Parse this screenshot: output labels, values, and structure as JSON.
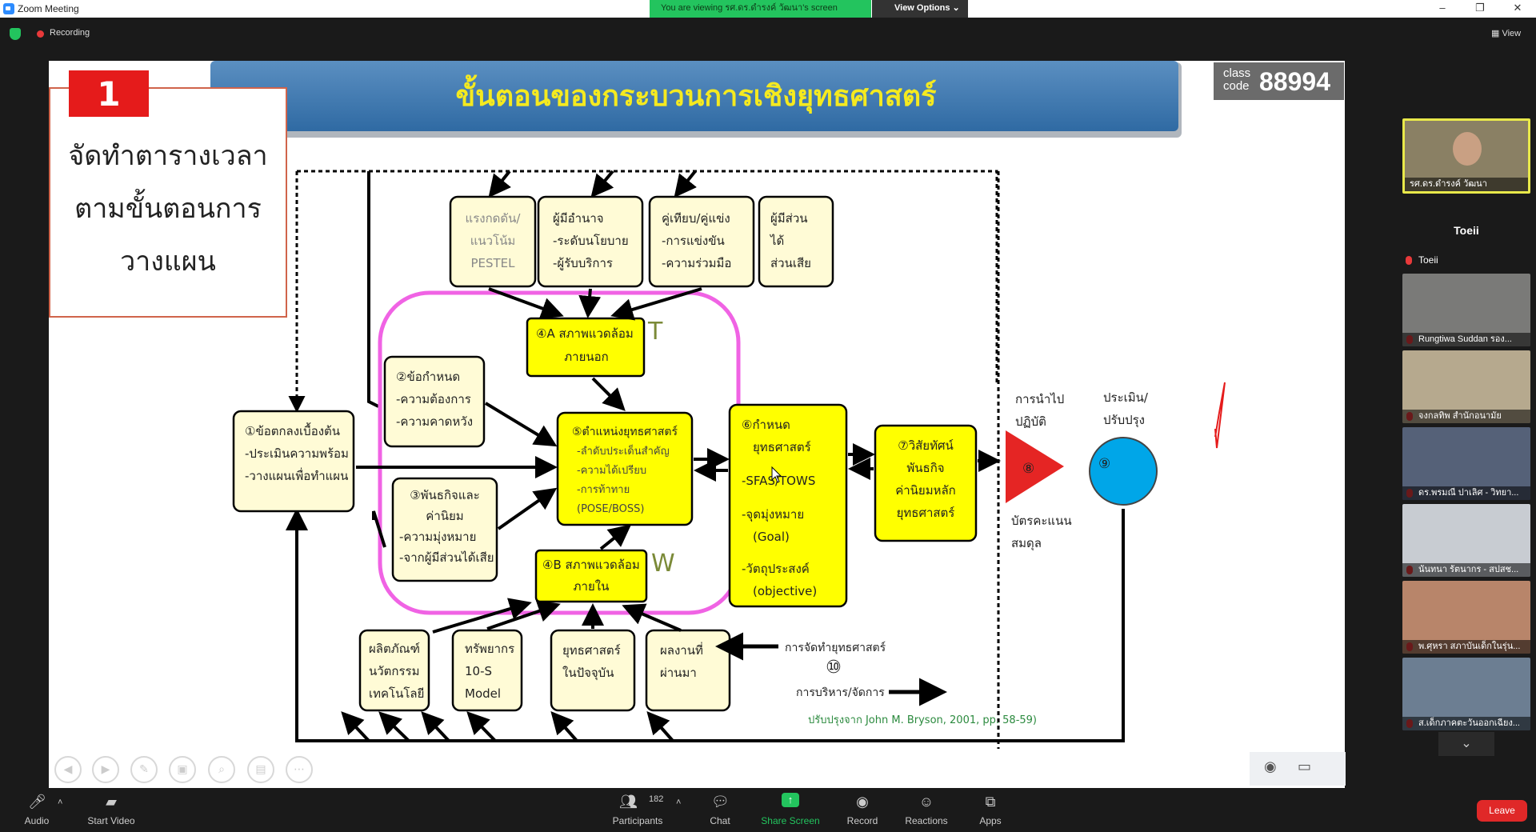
{
  "window": {
    "title": "Zoom Meeting",
    "minimize": "–",
    "restore": "❐",
    "close": "✕"
  },
  "banner": {
    "viewing_text": "You are viewing รศ.ดร.ดำรงค์ วัฒนา's screen",
    "view_options": "View Options"
  },
  "status": {
    "recording": "Recording",
    "view_label": "View"
  },
  "class_code": {
    "label1": "class",
    "label2": "code",
    "value": "88994"
  },
  "slide": {
    "step_number": "1",
    "side_note": [
      "จัดทำตารางเวลา",
      "ตามขั้นตอนการ",
      "วางแผน"
    ],
    "title": "ขั้นตอนของกระบวนการเชิงยุทธศาสตร์",
    "boxes": {
      "pestel": [
        "แรงกดดัน/",
        "แนวโน้ม",
        "PESTEL"
      ],
      "authority": [
        "ผู้มีอำนาจ",
        "-ระดับนโยบาย",
        "-ผู้รับบริการ"
      ],
      "competitors": [
        "คู่เทียบ/คู่แข่ง",
        "-การแข่งขัน",
        "-ความร่วมมือ"
      ],
      "stakeholders": [
        "ผู้มีส่วน",
        "ได้",
        "ส่วนเสีย"
      ],
      "external": [
        "④A สภาพแวดล้อม",
        "ภายนอก"
      ],
      "mandates": [
        "②ข้อกำหนด",
        "-ความต้องการ",
        "-ความคาดหวัง"
      ],
      "agreement": [
        "①ข้อตกลงเบื้องต้น",
        "-ประเมินความพร้อม",
        "-วางแผนเพื่อทำแผน"
      ],
      "mission": [
        "③พันธกิจและ",
        "ค่านิยม",
        "-ความมุ่งหมาย",
        "-จากผู้มีส่วนได้เสีย"
      ],
      "issues": [
        "⑤ตำแหน่งยุทธศาสตร์",
        "-ลำดับประเด็นสำคัญ",
        "-ความได้เปรียบ",
        "-การท้าทาย",
        "(POSE/BOSS)"
      ],
      "internal": [
        "④B สภาพแวดล้อม",
        "ภายใน"
      ],
      "strategy": [
        "⑥กำหนด",
        "ยุทธศาสตร์",
        "-SFAS/TOWS",
        "-จุดมุ่งหมาย",
        "(Goal)",
        "-วัตถุประสงค์",
        "(objective)"
      ],
      "vision": [
        "⑦วิสัยทัศน์",
        "พันธกิจ",
        "ค่านิยมหลัก",
        "ยุทธศาสตร์"
      ],
      "products": [
        "ผลิตภัณฑ์",
        "นวัตกรรม",
        "เทคโนโลยี"
      ],
      "resources": [
        "ทรัพยากร",
        "10-S",
        "Model"
      ],
      "current": [
        "ยุทธศาสตร์",
        "ในปัจจุบัน"
      ],
      "results": [
        "ผลงานที่",
        "ผ่านมา"
      ]
    },
    "letter_t": "T",
    "letter_w": "W",
    "implement_label": [
      "การนำไป",
      "ปฏิบัติ"
    ],
    "step8": "⑧",
    "balanced": [
      "บัตรคะแนน",
      "สมดุล"
    ],
    "evaluate_label": [
      "ประเมิน/",
      "ปรับปรุง"
    ],
    "step9": "⑨",
    "planning_label": "การจัดทำยุทธศาสตร์",
    "step10": "⑩",
    "management_label": "การบริหาร/จัดการ",
    "source": "ปรับปรุงจาก John M. Bryson, 2001, pp. 58-59)"
  },
  "participants_panel": {
    "active_speaker": "รศ.ดร.ดำรงค์ วัฒนา",
    "name_only": "Toeii",
    "name_only_caption": "Toeii",
    "tiles": [
      "Rungtiwa Suddan รอง...",
      "จงกลทิพ สำนักอนามัย",
      "ดร.พรมณี ปาเลิศ - วิทยา...",
      "นันทนา รัตนากร - สปสช...",
      "พ.ศุหรา สภาบันเด็กในรุ่น...",
      "ส.เด็กภาคตะวันออกเฉียง..."
    ]
  },
  "toolbar": {
    "audio": "Audio",
    "video": "Start Video",
    "participants": "Participants",
    "participant_count": "182",
    "chat": "Chat",
    "share": "Share Screen",
    "record": "Record",
    "reactions": "Reactions",
    "apps": "Apps",
    "leave": "Leave"
  }
}
